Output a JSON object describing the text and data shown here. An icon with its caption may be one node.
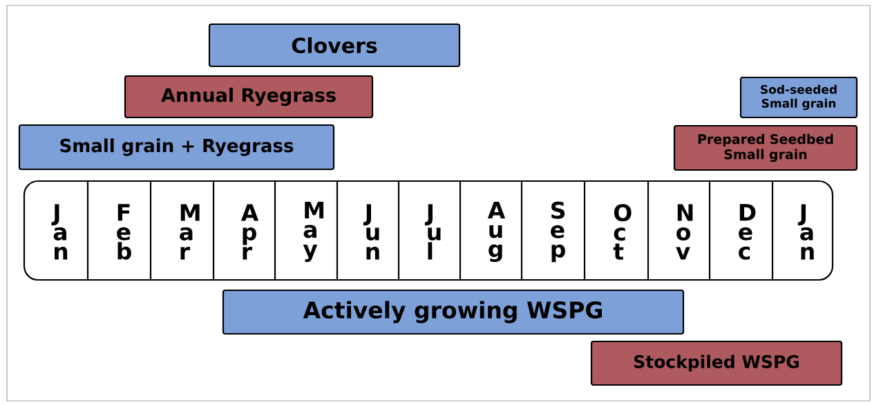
{
  "diagram": {
    "nodes": [
      {
        "text": [
          "Clovers"
        ]
      },
      {
        "text": [
          "Annual Ryegrass"
        ]
      },
      {
        "text": [
          "Sod-seeded Small grain"
        ]
      },
      {
        "text": [
          "Small grain + Ryegrass"
        ]
      },
      {
        "text": [
          "Prepared Seedbed Small grain"
        ]
      },
      {
        "text": [],
        "shape": "box"
      },
      {
        "text": [
          "Jan"
        ],
        "in": 5
      },
      {
        "text": [
          "Feb"
        ],
        "in": 5
      },
      {
        "text": [
          "Mar"
        ],
        "in": 5
      },
      {
        "text": [
          "Apr"
        ],
        "in": 5
      },
      {
        "text": [
          "May"
        ],
        "in": 5
      },
      {
        "text": [
          "Jun"
        ],
        "in": 5
      },
      {
        "text": [
          "Jul"
        ],
        "in": 5
      },
      {
        "text": [
          "Aug"
        ],
        "in": 5
      },
      {
        "text": [
          "Sep"
        ],
        "in": 5
      },
      {
        "text": [
          "Oct"
        ],
        "in": 5
      },
      {
        "text": [
          "Nov"
        ],
        "in": 5
      },
      {
        "text": [
          "Dec"
        ],
        "in": 5
      },
      {
        "text": [
          "Jan"
        ],
        "in": 5
      },
      {
        "text": [
          "Actively growing WSPG"
        ]
      },
      {
        "text": [
          "Stockpiled WSPG"
        ]
      }
    ]
  }
}
